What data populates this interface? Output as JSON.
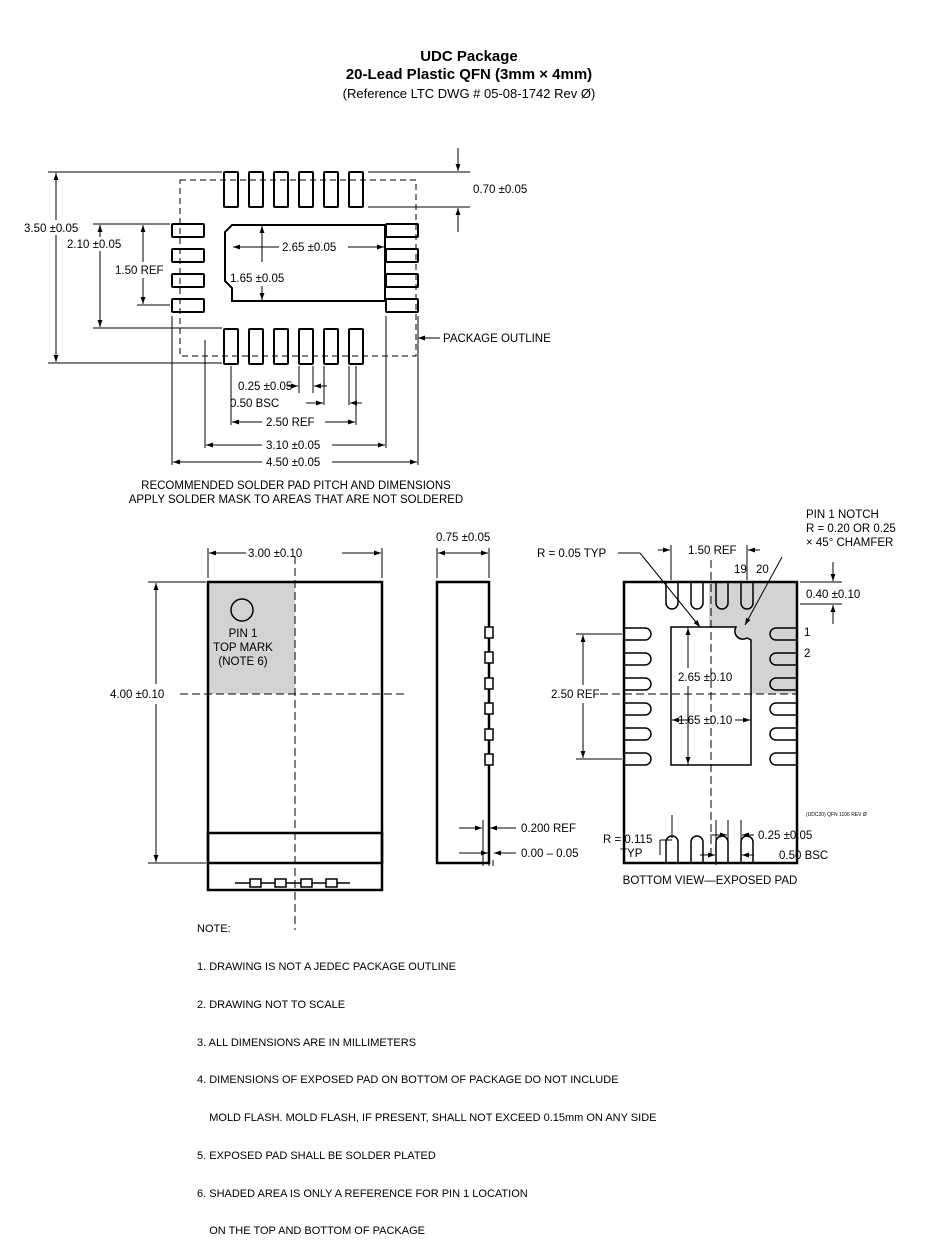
{
  "header": {
    "package_name": "UDC Package",
    "package_desc": "20-Lead Plastic QFN (3mm × 4mm)",
    "reference": "(Reference LTC DWG # 05-08-1742 Rev Ø)"
  },
  "solder_pad_view": {
    "dim_pad_length": "0.70 ±0.05",
    "dim_height_total": "3.50 ±0.05",
    "dim_height_inner": "2.10 ±0.05",
    "dim_pitch_ref": "1.50 REF",
    "dim_exposed_width": "2.65 ±0.05",
    "dim_exposed_height": "1.65 ±0.05",
    "package_outline": "PACKAGE OUTLINE",
    "dim_pad_width": "0.25 ±0.05",
    "dim_pitch_bsc": "0.50 BSC",
    "dim_span_ref": "2.50 REF",
    "dim_width_inner": "3.10 ±0.05",
    "dim_width_total": "4.50 ±0.05",
    "caption_line1": "RECOMMENDED SOLDER PAD PITCH AND DIMENSIONS",
    "caption_line2": "APPLY SOLDER MASK TO AREAS THAT ARE NOT SOLDERED"
  },
  "top_view": {
    "dim_width": "3.00 ±0.10",
    "dim_height": "4.00 ±0.10",
    "pin1_line1": "PIN 1",
    "pin1_line2": "TOP MARK",
    "pin1_line3": "(NOTE 6)"
  },
  "side_view": {
    "dim_thickness": "0.75 ±0.05",
    "dim_lead": "0.200 REF",
    "dim_standoff": "0.00 – 0.05"
  },
  "bottom_view": {
    "radius_typ": "R = 0.05 TYP",
    "pin1_notch_1": "PIN 1 NOTCH",
    "pin1_notch_2": "R = 0.20 OR 0.25",
    "pin1_notch_3": "× 45° CHAMFER",
    "dim_ref_top": "1.50 REF",
    "pin_19": "19",
    "pin_20": "20",
    "dim_pad_len": "0.40 ±0.10",
    "pin_1": "1",
    "pin_2": "2",
    "dim_side_ref": "2.50 REF",
    "dim_ep_height": "2.65 ±0.10",
    "dim_ep_width": "1.65 ±0.10",
    "drawing_code": "(UDC20) QFN 1106 REV Ø",
    "radius_pin_1": "R = 0.115",
    "radius_pin_2": "TYP",
    "dim_pin_width": "0.25 ±0.05",
    "dim_pitch": "0.50 BSC",
    "caption": "BOTTOM VIEW—EXPOSED PAD"
  },
  "notes": [
    "NOTE:",
    "1. DRAWING IS NOT A JEDEC PACKAGE OUTLINE",
    "2. DRAWING NOT TO SCALE",
    "3. ALL DIMENSIONS ARE IN MILLIMETERS",
    "4. DIMENSIONS OF EXPOSED PAD ON BOTTOM OF PACKAGE DO NOT INCLUDE",
    "    MOLD FLASH. MOLD FLASH, IF PRESENT, SHALL NOT EXCEED 0.15mm ON ANY SIDE",
    "5. EXPOSED PAD SHALL BE SOLDER PLATED",
    "6. SHADED AREA IS ONLY A REFERENCE FOR PIN 1 LOCATION",
    "    ON THE TOP AND BOTTOM OF PACKAGE"
  ]
}
